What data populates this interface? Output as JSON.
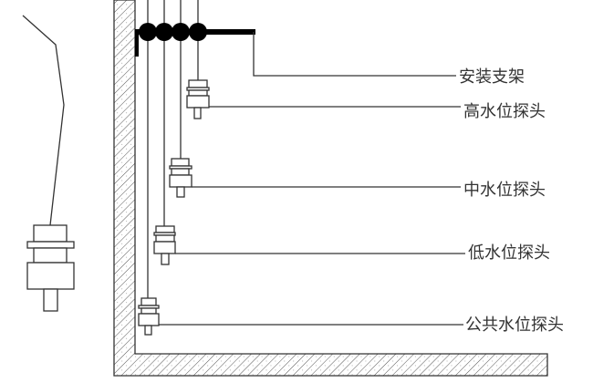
{
  "labels": {
    "bracket": "安装支架",
    "high_probe": "高水位探头",
    "mid_probe": "中水位探头",
    "low_probe": "低水位探头",
    "common_probe": "公共水位探头"
  },
  "colors": {
    "line": "#333333",
    "bracket": "#000000"
  }
}
